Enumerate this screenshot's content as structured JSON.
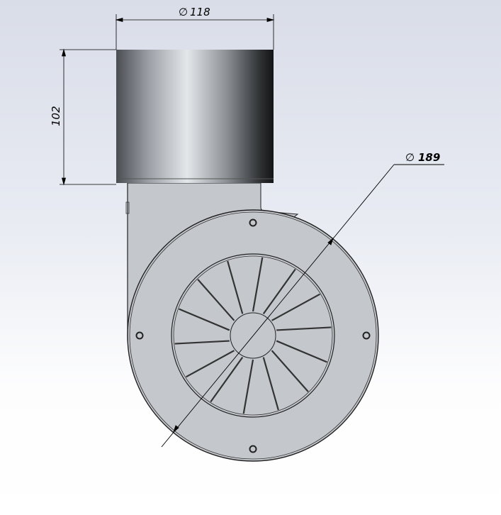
{
  "dimensions": {
    "cylinder_diameter": "118",
    "cylinder_height": "102",
    "housing_diameter": "189",
    "diameter_symbol": "∅"
  },
  "colors": {
    "housing": "#c4c7cc",
    "line": "#1a1a1a",
    "dimension": "#000000"
  }
}
